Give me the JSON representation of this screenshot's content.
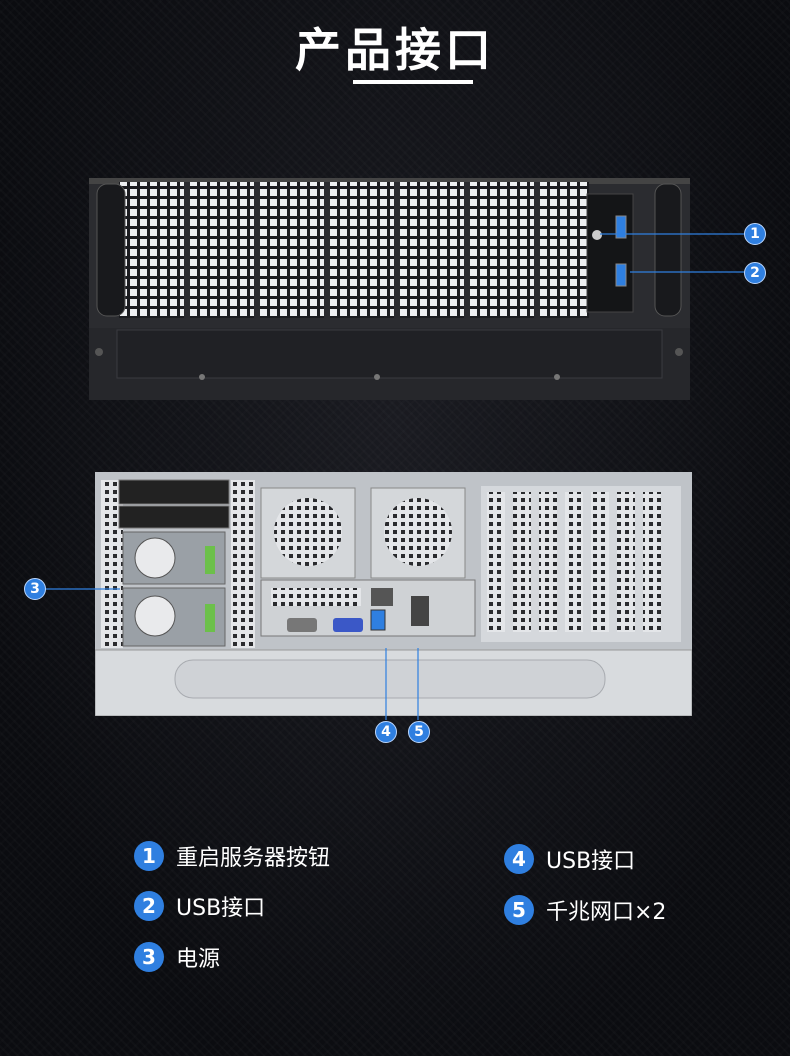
{
  "heading": "产品接口",
  "callouts": [
    "1",
    "2",
    "3",
    "4",
    "5"
  ],
  "legend": [
    {
      "num": "1",
      "label": "重启服务器按钮"
    },
    {
      "num": "2",
      "label": "USB接口"
    },
    {
      "num": "3",
      "label": "电源"
    },
    {
      "num": "4",
      "label": "USB接口"
    },
    {
      "num": "5",
      "label": "千兆网口×2"
    }
  ],
  "colors": {
    "accent": "#2f7fe0",
    "background": "#0e0f13",
    "text": "#ffffff"
  }
}
